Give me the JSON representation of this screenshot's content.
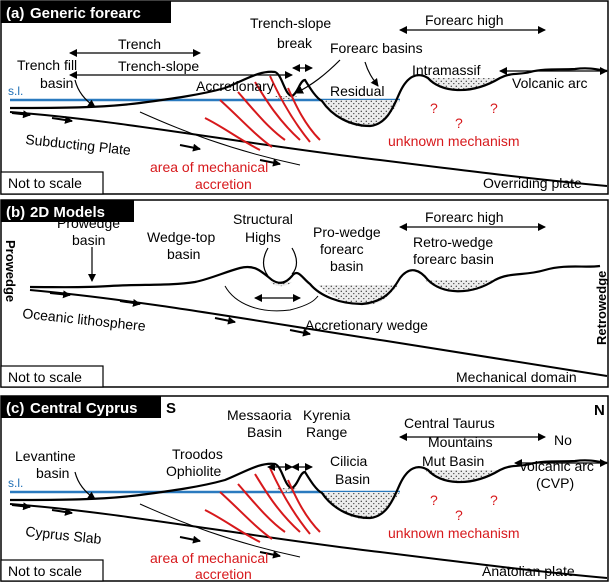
{
  "colors": {
    "sea_level": "#2a7abf",
    "red": "#d7191c",
    "header_bg": "#000000",
    "border": "#000000",
    "fill_stipple": "#e8e8e8"
  },
  "panel_a": {
    "header_letter": "(a)",
    "header_title": "Generic forearc",
    "trench": "Trench",
    "trench_slope": "Trench-slope",
    "trench_slope_break": [
      "Trench-slope",
      "break"
    ],
    "forearc_high": "Forearc high",
    "forearc_basins": "Forearc basins",
    "trench_fill_basin": [
      "Trench fill",
      "basin"
    ],
    "sea_level": "s.l.",
    "accretionary": "Accretionary",
    "residual": "Residual",
    "intramassif": "Intramassif",
    "volcanic_arc": "Volcanic arc",
    "question_mark": "?",
    "unknown_mechanism": "unknown mechanism",
    "subducting_plate": "Subducting Plate",
    "mechanical_accretion": [
      "area of mechanical",
      "accretion"
    ],
    "not_to_scale": "Not to scale",
    "overriding_plate": "Overriding plate"
  },
  "panel_b": {
    "header_letter": "(b)",
    "header_title": "2D Models",
    "structural_highs": [
      "Structural",
      "Highs"
    ],
    "forearc_high": "Forearc high",
    "prowedge_basin": [
      "Prowedge",
      "basin"
    ],
    "wedge_top_basin": [
      "Wedge-top",
      "basin"
    ],
    "pro_wedge_forearc": [
      "Pro-wedge",
      "forearc",
      "basin"
    ],
    "retro_wedge_forearc": [
      "Retro-wedge",
      "forearc basin"
    ],
    "prowedge_side": "Prowedge",
    "retrowedge_side": "Retrowedge",
    "oceanic_lithosphere": "Oceanic lithosphere",
    "accretionary_wedge": "Accretionary wedge",
    "not_to_scale": "Not to scale",
    "mechanical_domain": "Mechanical domain"
  },
  "panel_c": {
    "header_letter": "(c)",
    "header_title": "Central Cyprus",
    "south": "S",
    "north": "N",
    "messaoria_basin": [
      "Messaoria",
      "Basin"
    ],
    "kyrenia_range": [
      "Kyrenia",
      "Range"
    ],
    "central_taurus": [
      "Central Taurus",
      "Mountains"
    ],
    "levantine_basin": [
      "Levantine",
      "basin"
    ],
    "troodos_ophiolite": [
      "Troodos",
      "Ophiolite"
    ],
    "cilicia_basin": [
      "Cilicia",
      "Basin"
    ],
    "mut_basin": "Mut Basin",
    "no_volcanic_arc": [
      "No",
      "volcanic arc"
    ],
    "cvp": "(CVP)",
    "sea_level": "s.l.",
    "question_mark": "?",
    "unknown_mechanism": "unknown mechanism",
    "cyprus_slab": "Cyprus Slab",
    "mechanical_accretion": [
      "area of mechanical",
      "accretion"
    ],
    "not_to_scale": "Not to scale",
    "anatolian_plate": "Anatolian plate"
  }
}
